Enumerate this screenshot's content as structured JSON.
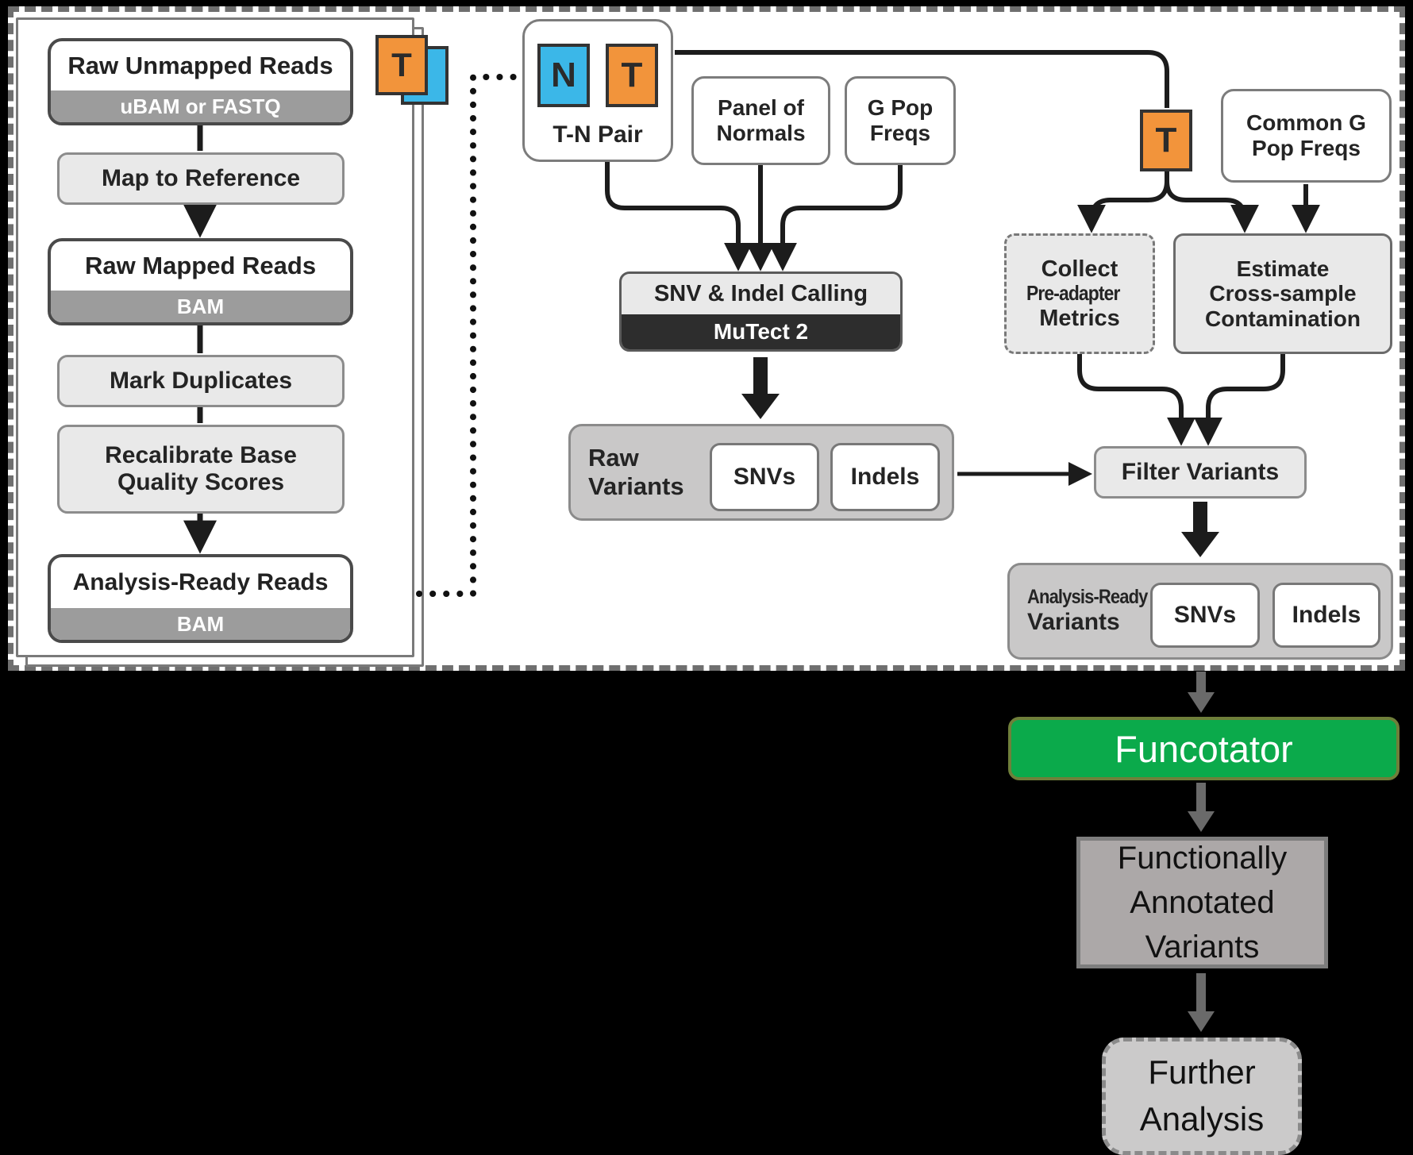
{
  "left": {
    "boxes": [
      {
        "line1": "Raw Unmapped Reads",
        "band": "uBAM or FASTQ"
      },
      {
        "line1": "Map to Reference"
      },
      {
        "line1": "Raw Mapped Reads",
        "band": "BAM"
      },
      {
        "line1": "Mark Duplicates"
      },
      {
        "line1": "Recalibrate Base",
        "line2": "Quality Scores"
      },
      {
        "line1": "Analysis-Ready Reads",
        "band": "BAM"
      }
    ]
  },
  "tiles": {
    "tumor": "T",
    "normal": "N"
  },
  "tn_pair": {
    "label": "T-N Pair"
  },
  "panel_of_normals": {
    "line1": "Panel of",
    "line2": "Normals"
  },
  "g_pop_freqs": {
    "line1": "G Pop",
    "line2": "Freqs"
  },
  "common_g": {
    "line1": "Common G",
    "line2": "Pop Freqs"
  },
  "calling": {
    "title": "SNV & Indel Calling",
    "tool": "MuTect 2"
  },
  "raw_variants": {
    "line1": "Raw",
    "line2": "Variants",
    "snvs": "SNVs",
    "indels": "Indels"
  },
  "collect": {
    "line1": "Collect",
    "line2": "Pre-adapter",
    "line3": "Metrics"
  },
  "estimate": {
    "line1": "Estimate",
    "line2": "Cross-sample",
    "line3": "Contamination"
  },
  "filter": {
    "label": "Filter Variants"
  },
  "arv": {
    "line1": "Analysis-Ready",
    "line2": "Variants",
    "snvs": "SNVs",
    "indels": "Indels"
  },
  "funcotator": {
    "label": "Funcotator"
  },
  "annotated": {
    "line1": "Functionally",
    "line2": "Annotated",
    "line3": "Variants"
  },
  "further": {
    "line1": "Further",
    "line2": "Analysis"
  },
  "colors": {
    "tumor_orange": "#F2943B",
    "normal_blue": "#3BB7E8",
    "funcotator_green": "#0BAA4B",
    "mutect_dark": "#2D2D2D"
  }
}
